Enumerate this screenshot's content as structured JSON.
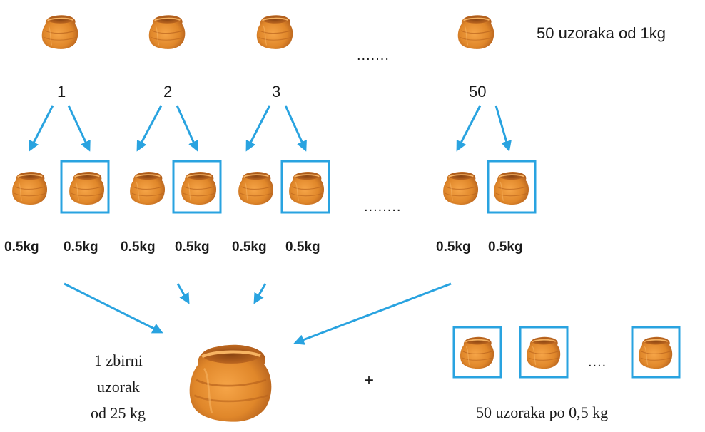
{
  "top_row": {
    "numbers": [
      "1",
      "2",
      "3",
      "50"
    ],
    "dots": ".......",
    "caption": "50 uzoraka od 1kg"
  },
  "middle_row": {
    "weight_labels": [
      "0.5kg",
      "0.5kg",
      "0.5kg",
      "0.5kg",
      "0.5kg",
      "0.5kg",
      "0.5kg",
      "0.5kg"
    ],
    "dots": "........"
  },
  "bottom_row": {
    "composite_caption_lines": [
      "1 zbirni",
      "uzorak",
      "od 25 kg"
    ],
    "plus": "+",
    "dots": "....",
    "samples_caption": "50 uzoraka po 0,5 kg"
  },
  "colors": {
    "arrow": "#29a3e0",
    "frame": "#29a3e0",
    "sack": "#e0872a"
  },
  "icons": [
    "sack-icon",
    "composite-sack-icon",
    "arrow-icon"
  ]
}
